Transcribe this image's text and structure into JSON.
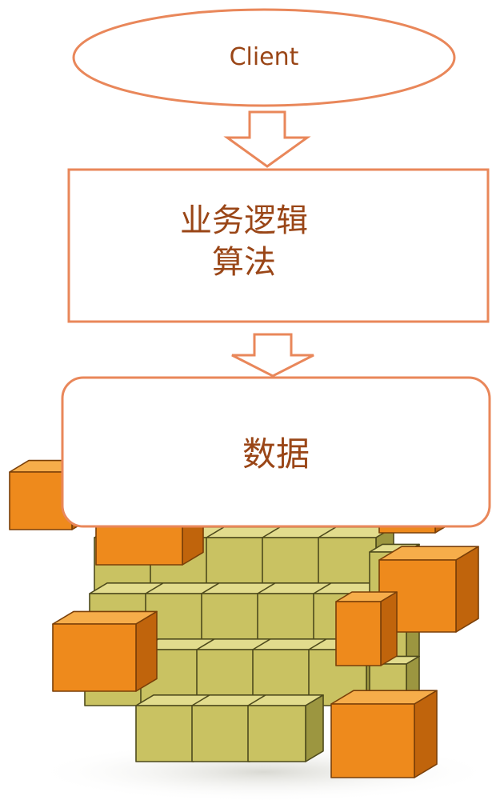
{
  "diagram": {
    "nodes": {
      "client": {
        "label": "Client"
      },
      "logic": {
        "line1": "业务逻辑",
        "line2": "算法"
      },
      "data": {
        "label": "数据"
      }
    },
    "colors": {
      "node_stroke": "#e9875a",
      "arrow_stroke": "#e9875a",
      "label_text": "#9a4617",
      "node_fill": "#ffffff",
      "cube_yellow": "#c9c262",
      "cube_yellow_light": "#e2dc8d",
      "cube_yellow_dark": "#9c9640",
      "cube_orange": "#ee8a1c",
      "cube_orange_light": "#f6ad4a",
      "cube_orange_dark": "#c0640c"
    },
    "illustration": "cube-cluster"
  }
}
